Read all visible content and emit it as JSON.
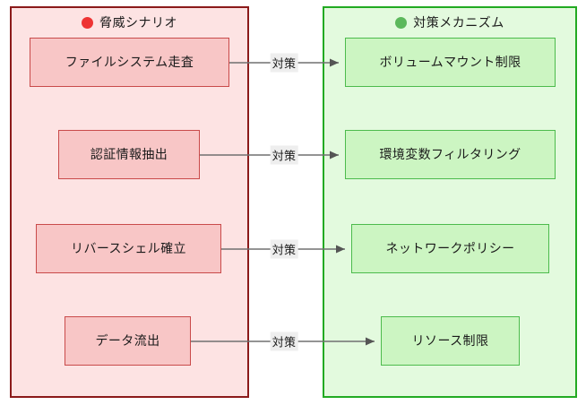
{
  "diagram": {
    "type": "two-cluster-mapping",
    "clusters": [
      {
        "id": "threat",
        "title": "脅威シナリオ",
        "bullet_icon": "red-circle-icon",
        "bullet_color": "#ee3333",
        "border_color": "#8b1a1a",
        "fill_color": "#fde3e3",
        "nodes": [
          {
            "label": "ファイルシステム走査"
          },
          {
            "label": "認証情報抽出"
          },
          {
            "label": "リバースシェル確立"
          },
          {
            "label": "データ流出"
          }
        ]
      },
      {
        "id": "mitigation",
        "title": "対策メカニズム",
        "bullet_icon": "green-circle-icon",
        "bullet_color": "#5cb85c",
        "border_color": "#22aa22",
        "fill_color": "#e3fade",
        "nodes": [
          {
            "label": "ボリュームマウント制限"
          },
          {
            "label": "環境変数フィルタリング"
          },
          {
            "label": "ネットワークポリシー"
          },
          {
            "label": "リソース制限"
          }
        ]
      }
    ],
    "edges": [
      {
        "label": "対策",
        "from": "ファイルシステム走査",
        "to": "ボリュームマウント制限"
      },
      {
        "label": "対策",
        "from": "認証情報抽出",
        "to": "環境変数フィルタリング"
      },
      {
        "label": "対策",
        "from": "リバースシェル確立",
        "to": "ネットワークポリシー"
      },
      {
        "label": "対策",
        "from": "データ流出",
        "to": "リソース制限"
      }
    ],
    "edge_line_color": "#707070",
    "edge_label_background": "#eeeeee"
  }
}
